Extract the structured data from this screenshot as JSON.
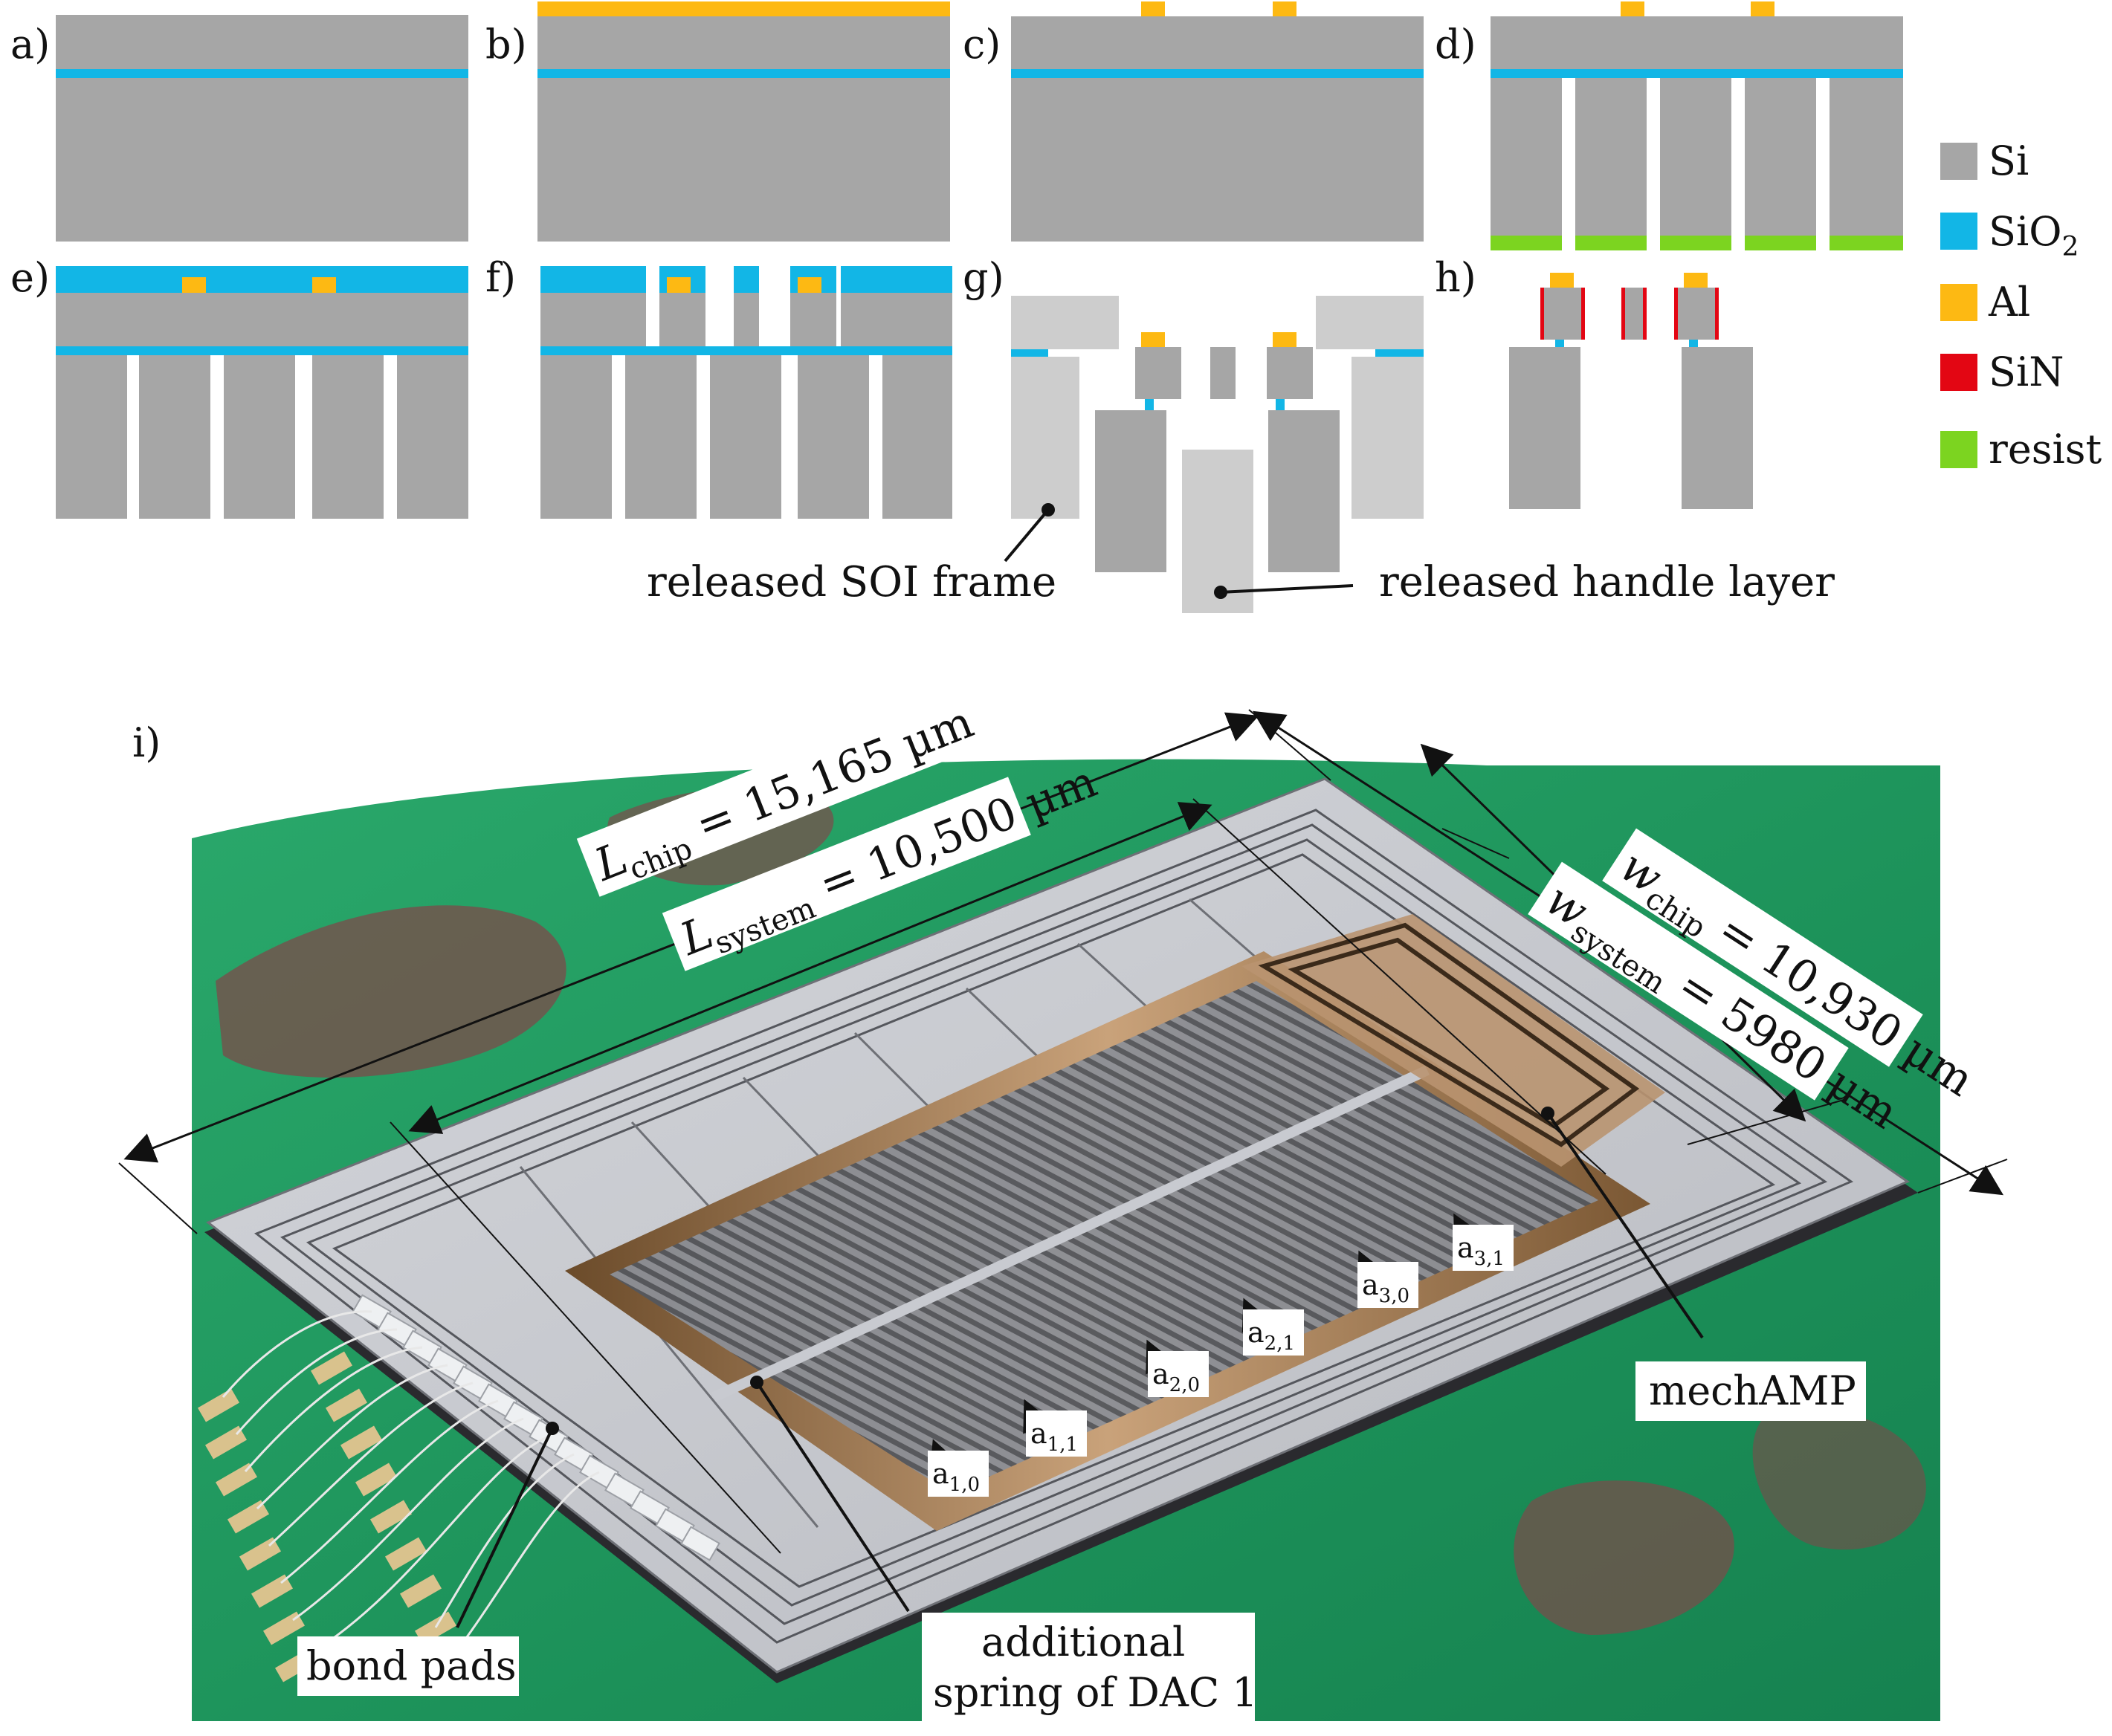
{
  "panels": {
    "a": "a)",
    "b": "b)",
    "c": "c)",
    "d": "d)",
    "e": "e)",
    "f": "f)",
    "g": "g)",
    "h": "h)",
    "i": "i)"
  },
  "legend": {
    "items": [
      {
        "key": "si",
        "label": "Si",
        "color": "#a6a6a6"
      },
      {
        "key": "sio2",
        "label": "SiO",
        "sub": "2",
        "color": "#12b6e6"
      },
      {
        "key": "al",
        "label": "Al",
        "color": "#fdb913"
      },
      {
        "key": "sin",
        "label": "SiN",
        "color": "#e30613"
      },
      {
        "key": "resist",
        "label": "resist",
        "color": "#7cd420"
      }
    ]
  },
  "colors": {
    "si": "#a6a6a6",
    "si_light": "#cdcdcd",
    "sio2": "#12b6e6",
    "al": "#fdb913",
    "sin": "#e30613",
    "resist": "#7cd420",
    "pcb": "#1f9a5f",
    "chip": "#c7c9cf",
    "cavity": "#8a6a45"
  },
  "process_annotations": {
    "soi_frame": "released SOI frame",
    "handle_layer": "released handle layer"
  },
  "photo_annotations": {
    "l_chip": {
      "main": "L",
      "sub": "chip",
      "rest": " = 15,165 µm"
    },
    "l_system": {
      "main": "L",
      "sub": "system",
      "rest": " = 10,500 µm"
    },
    "w_chip": {
      "main": "w",
      "sub": "chip",
      "rest": " = 10,930 µm"
    },
    "w_system": {
      "main": "w",
      "sub": "system",
      "rest": " = 5980 µm"
    },
    "bond_pads": "bond pads",
    "mechamp": "mechAMP",
    "additional_spring_1": "additional",
    "additional_spring_2": "spring of DAC 1",
    "a10": {
      "main": "a",
      "sub": "1,0"
    },
    "a11": {
      "main": "a",
      "sub": "1,1"
    },
    "a20": {
      "main": "a",
      "sub": "2,0"
    },
    "a21": {
      "main": "a",
      "sub": "2,1"
    },
    "a30": {
      "main": "a",
      "sub": "3,0"
    },
    "a31": {
      "main": "a",
      "sub": "3,1"
    }
  }
}
